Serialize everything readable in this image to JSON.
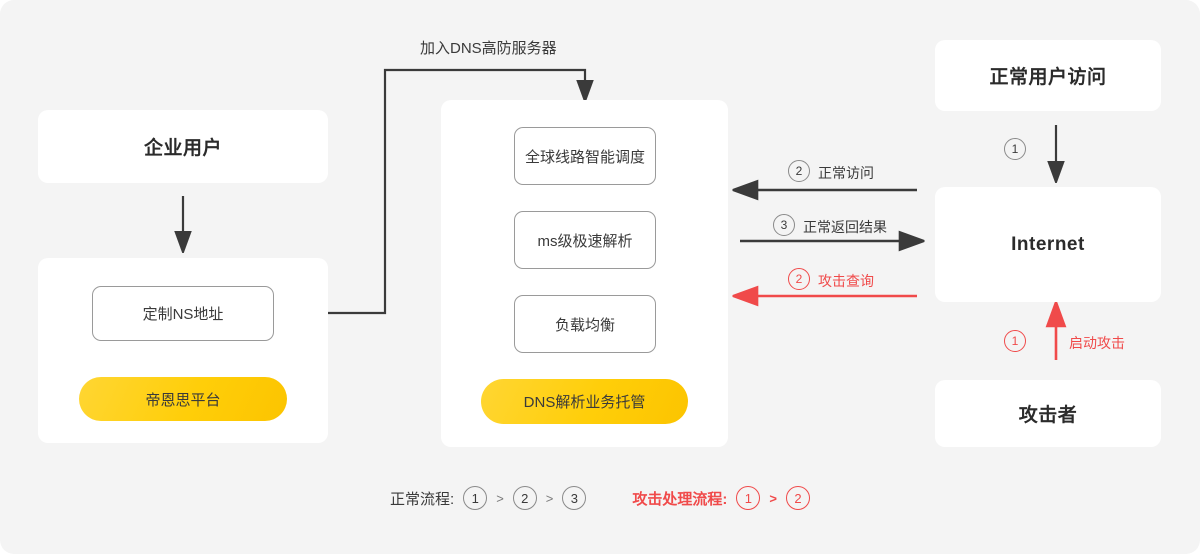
{
  "colors": {
    "background": "#f4f4f4",
    "card": "#ffffff",
    "text_dark": "#2b2b2b",
    "text_body": "#3a3a3a",
    "accent_yellow": "#ffce09",
    "accent_red": "#f04a4a",
    "outline_gray": "#9a9a9a"
  },
  "top_label": "加入DNS高防服务器",
  "left_column": {
    "enterprise_card": {
      "title": "企业用户"
    },
    "platform_card": {
      "pill": "定制NS地址",
      "button": "帝恩思平台"
    }
  },
  "center_column": {
    "features": [
      "全球线路智能调度",
      "ms级极速解析",
      "负载均衡"
    ],
    "button": "DNS解析业务托管"
  },
  "right_column": {
    "user_card": {
      "title": "正常用户访问"
    },
    "internet_card": {
      "title": "Internet"
    },
    "attacker_card": {
      "title": "攻击者"
    },
    "user_to_internet": {
      "step": "1",
      "label": ""
    },
    "attacker_to_internet": {
      "step": "1",
      "label": "启动攻击"
    }
  },
  "middle_arrows": [
    {
      "step": "2",
      "label": "正常访问",
      "direction": "left",
      "color": "dark"
    },
    {
      "step": "3",
      "label": "正常返回结果",
      "direction": "right",
      "color": "dark"
    },
    {
      "step": "2",
      "label": "攻击查询",
      "direction": "left",
      "color": "red"
    }
  ],
  "legend": {
    "normal": {
      "caption": "正常流程:",
      "steps": [
        "1",
        "2",
        "3"
      ],
      "separator": ">"
    },
    "attack": {
      "caption": "攻击处理流程:",
      "steps": [
        "1",
        "2"
      ],
      "separator": ">"
    }
  }
}
